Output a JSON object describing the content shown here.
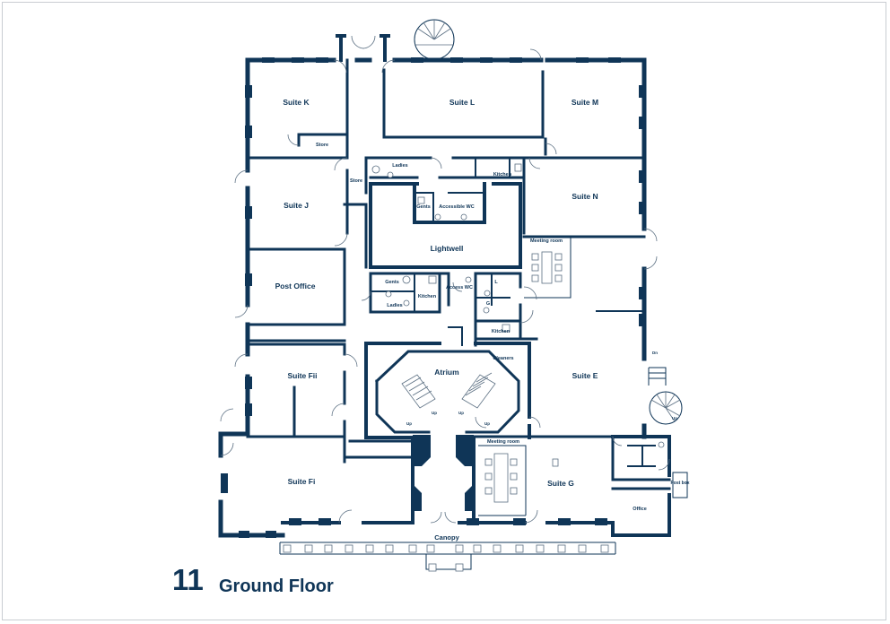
{
  "title": {
    "number": "11",
    "floor": "Ground Floor"
  },
  "rooms": {
    "suite_k": "Suite K",
    "suite_l": "Suite L",
    "suite_m": "Suite M",
    "store_1": "Store",
    "store_2": "Store",
    "ladies_1": "Ladies",
    "kitchen_1": "Kitchen",
    "suite_j": "Suite J",
    "gents_1": "Gents",
    "accessible_wc_1": "Accessible WC",
    "suite_n": "Suite N",
    "lightwell": "Lightwell",
    "meeting_room_1": "Meeting room",
    "post_office": "Post Office",
    "gents_2": "Gents",
    "ladies_2": "Ladies",
    "kitchen_2": "Kitchen",
    "access_wc": "Access WC",
    "l_wc": "L",
    "g_wc": "G",
    "kitchen_3": "Kitchen",
    "atrium": "Atrium",
    "cleaners": "Cleaners",
    "suite_fii": "Suite Fii",
    "suite_e": "Suite E",
    "up_1": "Up",
    "up_2": "Up",
    "up_3": "Up",
    "up_4": "Up",
    "dn": "Dn",
    "up_5": "Up",
    "meeting_room_2": "Meeting room",
    "suite_fi": "Suite Fi",
    "suite_g": "Suite G",
    "office": "Office",
    "post_box": "Post box",
    "canopy": "Canopy"
  },
  "colors": {
    "wall": "#0f3557",
    "frame": "#c9cdd2"
  }
}
